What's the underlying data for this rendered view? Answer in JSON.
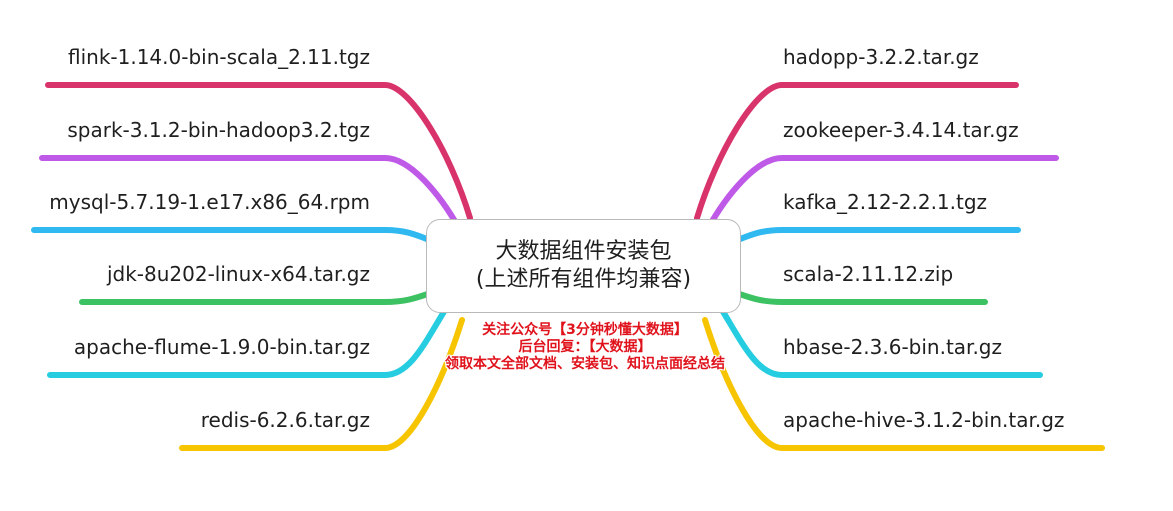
{
  "center": {
    "title": "大数据组件安装包",
    "subtitle": "(上述所有组件均兼容)"
  },
  "left_branches": [
    {
      "label": "flink-1.14.0-bin-scala_2.11.tgz",
      "color": "#d8336a"
    },
    {
      "label": "spark-3.1.2-bin-hadoop3.2.tgz",
      "color": "#bf5ae8"
    },
    {
      "label": "mysql-5.7.19-1.e17.x86_64.rpm",
      "color": "#2fb9f0"
    },
    {
      "label": "jdk-8u202-linux-x64.tar.gz",
      "color": "#3cc163"
    },
    {
      "label": "apache-flume-1.9.0-bin.tar.gz",
      "color": "#26cde0"
    },
    {
      "label": "redis-6.2.6.tar.gz",
      "color": "#f7c400"
    }
  ],
  "right_branches": [
    {
      "label": "hadopp-3.2.2.tar.gz",
      "color": "#d8336a"
    },
    {
      "label": "zookeeper-3.4.14.tar.gz",
      "color": "#bf5ae8"
    },
    {
      "label": "kafka_2.12-2.2.1.tgz",
      "color": "#2fb9f0"
    },
    {
      "label": "scala-2.11.12.zip",
      "color": "#3cc163"
    },
    {
      "label": "hbase-2.3.6-bin.tar.gz",
      "color": "#26cde0"
    },
    {
      "label": "apache-hive-3.1.2-bin.tar.gz",
      "color": "#f7c400"
    }
  ],
  "watermark": {
    "line1": "关注公众号【3分钟秒懂大数据】",
    "line2": "后台回复：【大数据】",
    "line3": "领取本文全部文档、安装包、知识点面经总结"
  }
}
